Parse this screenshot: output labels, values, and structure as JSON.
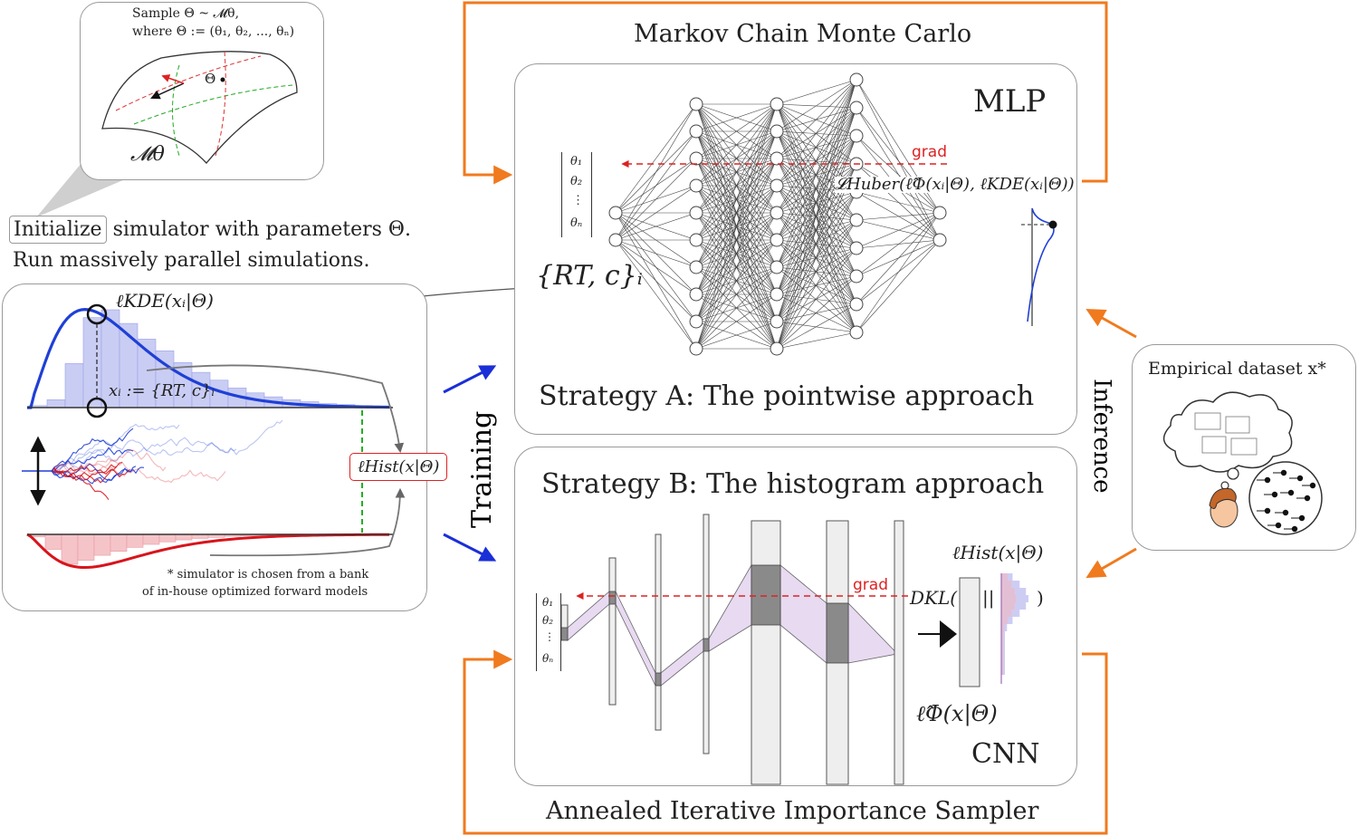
{
  "manifold": {
    "line1": "Sample Θ ~ 𝓜θ,",
    "line2": "where Θ := (θ₁, θ₂, ..., θₙ)",
    "theta_label": "Θ",
    "manifold_label": "𝓜θ"
  },
  "init": {
    "keyword": "Initialize",
    "rest": "simulator with parameters Θ.",
    "line2": "Run massively parallel simulations."
  },
  "sim_panel": {
    "kde_label": "ℓKDE(xᵢ|Θ)",
    "xi_label": "xᵢ := {RT, c}ᵢ",
    "hist_label": "ℓHist(x|Θ)",
    "footnote_line1": "* simulator is chosen from a bank",
    "footnote_line2": "of in-house optimized forward models"
  },
  "training_label": "Training",
  "inference_label": "Inference",
  "top_loop_label": "Markov Chain Monte Carlo",
  "bottom_loop_label": "Annealed Iterative Importance Sampler",
  "strategy_a": {
    "net_label": "MLP",
    "title": "Strategy A: The pointwise approach",
    "input_label": "{RT, c}ᵢ",
    "grad_label": "grad",
    "loss_label": "𝓛Huber(ℓ̂Φ(xᵢ|Θ), ℓKDE(xᵢ|Θ))",
    "theta_vec": [
      "θ₁",
      "θ₂",
      "⋮",
      "θₙ"
    ]
  },
  "strategy_b": {
    "title": "Strategy B: The histogram approach",
    "net_label": "CNN",
    "grad_label": "grad",
    "hist_label": "ℓHist(x|Θ)",
    "dkl_open": "DKL(",
    "dkl_sep": "||",
    "dkl_close": ")",
    "output_label": "ℓ̂Φ(x|Θ)",
    "theta_vec": [
      "θ₁",
      "θ₂",
      "⋮",
      "θₙ"
    ]
  },
  "empirical": {
    "label": "Empirical dataset x*"
  },
  "colors": {
    "orange": "#f07a1e",
    "blue_arrow": "#1a2fd8",
    "kde_blue": "#1f3fd6",
    "hist_red": "#d8141c",
    "grad_red": "#dd2222",
    "green": "#22b022"
  }
}
